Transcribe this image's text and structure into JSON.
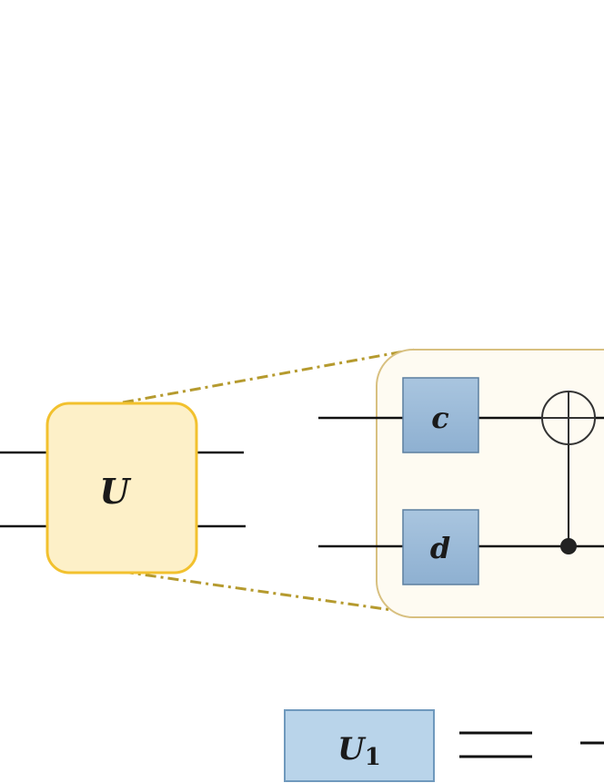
{
  "main_gate": {
    "label": "U"
  },
  "expanded_circuit": {
    "gates": [
      {
        "label": "c"
      },
      {
        "label": "d"
      }
    ]
  },
  "equation": {
    "gate_label": "U",
    "gate_subscript": "1"
  },
  "colors": {
    "main_gate_fill": "#fdf0c8",
    "main_gate_stroke": "#f2c12e",
    "expanded_panel_fill": "#fefbf2",
    "expanded_panel_stroke": "#d8c080",
    "dashed_connector": "#b59a2e",
    "small_gate_fill": "#9dbbd8",
    "small_gate_stroke": "#5c7fa0",
    "u1_gate_fill": "#b9d4ea",
    "u1_gate_stroke": "#6f99bd",
    "wire": "#111111"
  }
}
